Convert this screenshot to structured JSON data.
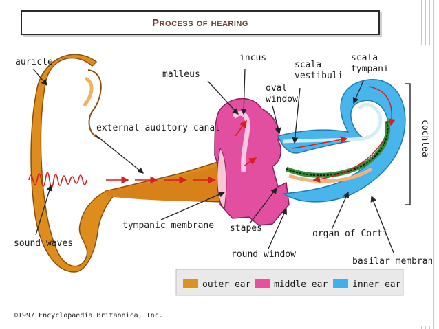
{
  "slide": {
    "title": "Process of hearing"
  },
  "diagram": {
    "labels": {
      "auricle": "auricle",
      "incus": "incus",
      "malleus": "malleus",
      "scala_vestibuli_1": "scala",
      "scala_vestibuli_2": "vestibuli",
      "scala_tympani_1": "scala",
      "scala_tympani_2": "tympani",
      "oval_window_1": "oval",
      "oval_window_2": "window",
      "external_auditory_canal": "external auditory canal",
      "cochlea": "cochlea",
      "sound_waves": "sound waves",
      "tympanic_membrane": "tympanic membrane",
      "stapes": "stapes",
      "organ_of_corti": "organ of Corti",
      "round_window": "round window",
      "basilar_membrane": "basilar membrane"
    },
    "legend": [
      {
        "label": "outer ear",
        "color": "#e0901c"
      },
      {
        "label": "middle ear",
        "color": "#e8509a"
      },
      {
        "label": "inner ear",
        "color": "#3eb1ea"
      }
    ],
    "copyright": "©1997 Encyclopaedia Britannica, Inc."
  }
}
